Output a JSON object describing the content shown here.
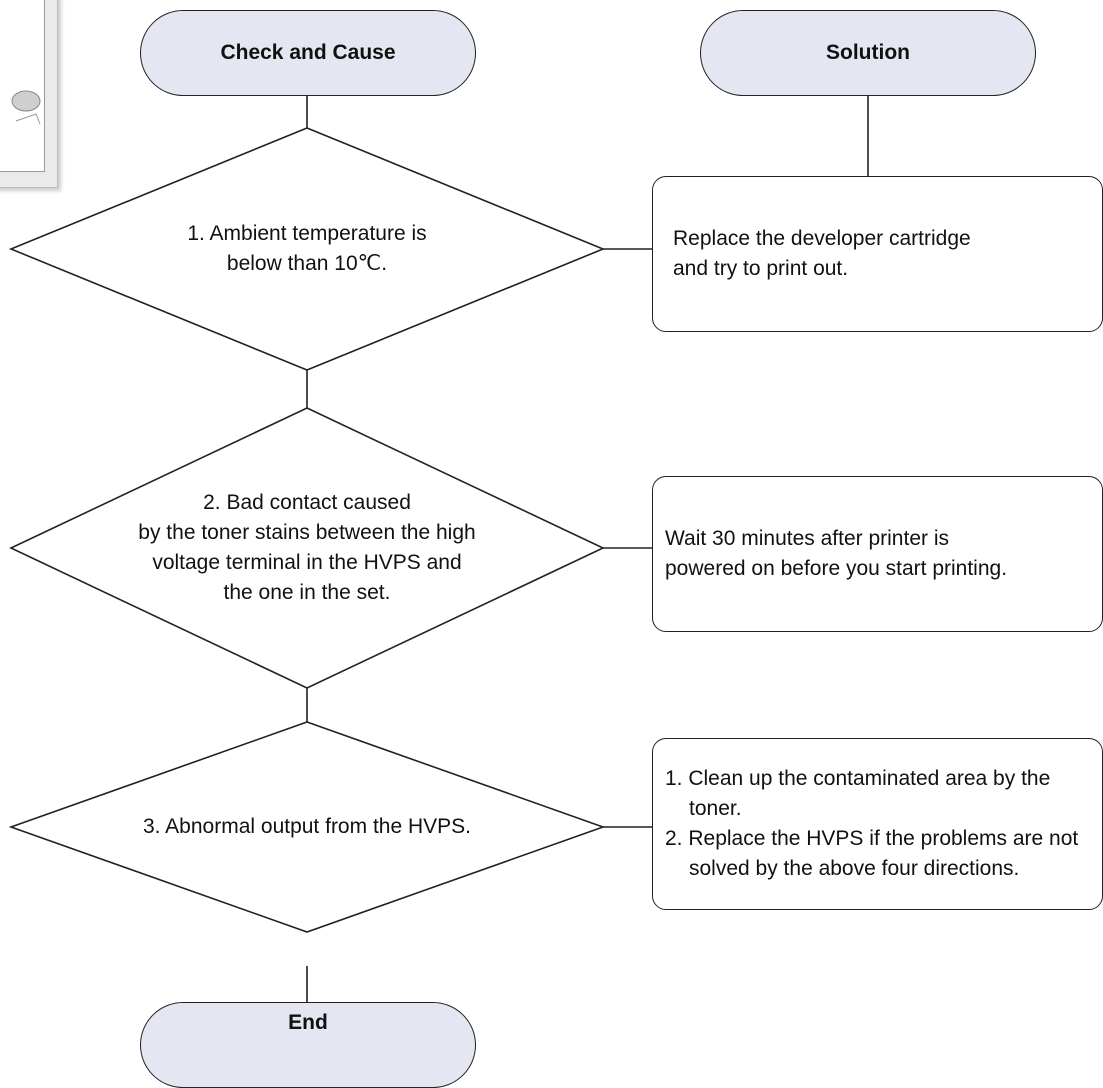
{
  "headers": {
    "left": "Check and Cause",
    "right": "Solution"
  },
  "steps": [
    {
      "check": [
        "1. Ambient temperature is",
        "below than 10℃."
      ],
      "solution": [
        "Replace the developer cartridge",
        "and try to print out."
      ]
    },
    {
      "check": [
        "2. Bad contact caused",
        "by the toner stains between the high",
        "voltage terminal in the HVPS and",
        "the one in the set."
      ],
      "solution": [
        "Wait 30 minutes after printer is",
        "powered on before you start printing."
      ]
    },
    {
      "check": [
        "3. Abnormal output from the HVPS."
      ],
      "solution_items": [
        "1. Clean up the contaminated area by the toner.",
        "2. Replace the HVPS if the problems are not solved by the above four directions."
      ]
    }
  ],
  "end": "End",
  "colors": {
    "terminal_fill": "#e4e7f1",
    "stroke": "#222222"
  }
}
